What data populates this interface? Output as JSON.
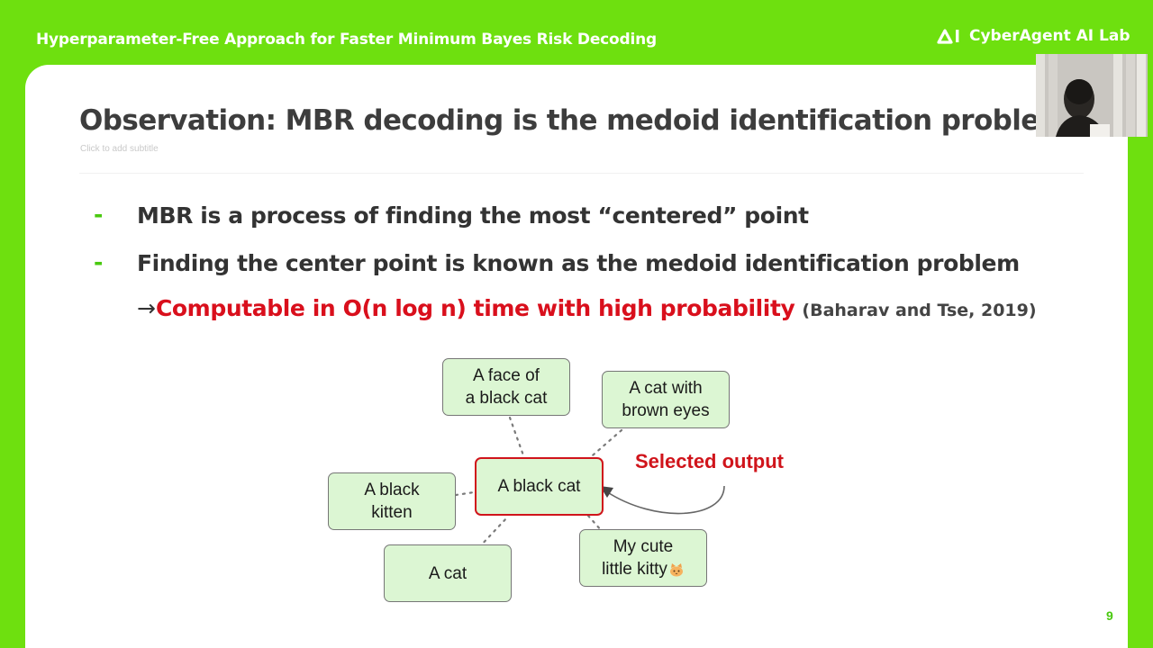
{
  "header": {
    "title": "Hyperparameter-Free Approach for Faster Minimum Bayes Risk Decoding",
    "logo_text": "CyberAgent AI Lab",
    "logo_icon": "cyberagent-ai-logo-icon"
  },
  "slide": {
    "title": "Observation: MBR decoding is the medoid identification problem",
    "subtitle_placeholder": "Click to add subtitle",
    "bullets": [
      "MBR is a process of finding the most “centered” point",
      "Finding the center point is known as the medoid identification problem"
    ],
    "bullet_marker": "-",
    "arrow": "→",
    "highlight": "Computable in O(n log n) time with high probability",
    "citation": "(Baharav and Tse, 2019)",
    "page_number": "9"
  },
  "diagram": {
    "nodes": {
      "face": [
        "A face of",
        "a black cat"
      ],
      "brown_eyes": [
        "A cat with",
        "brown eyes"
      ],
      "black_cat": "A black cat",
      "kitten": [
        "A black",
        "kitten"
      ],
      "a_cat": "A cat",
      "kitty": [
        "My cute",
        "little kitty"
      ]
    },
    "kitty_emoji_icon": "cat-emoji-icon",
    "selected_label": "Selected output"
  },
  "colors": {
    "brand_green": "#6ee00f",
    "accent_green": "#49c90f",
    "highlight_red": "#d90f1c",
    "node_fill": "#dcf6d3"
  }
}
